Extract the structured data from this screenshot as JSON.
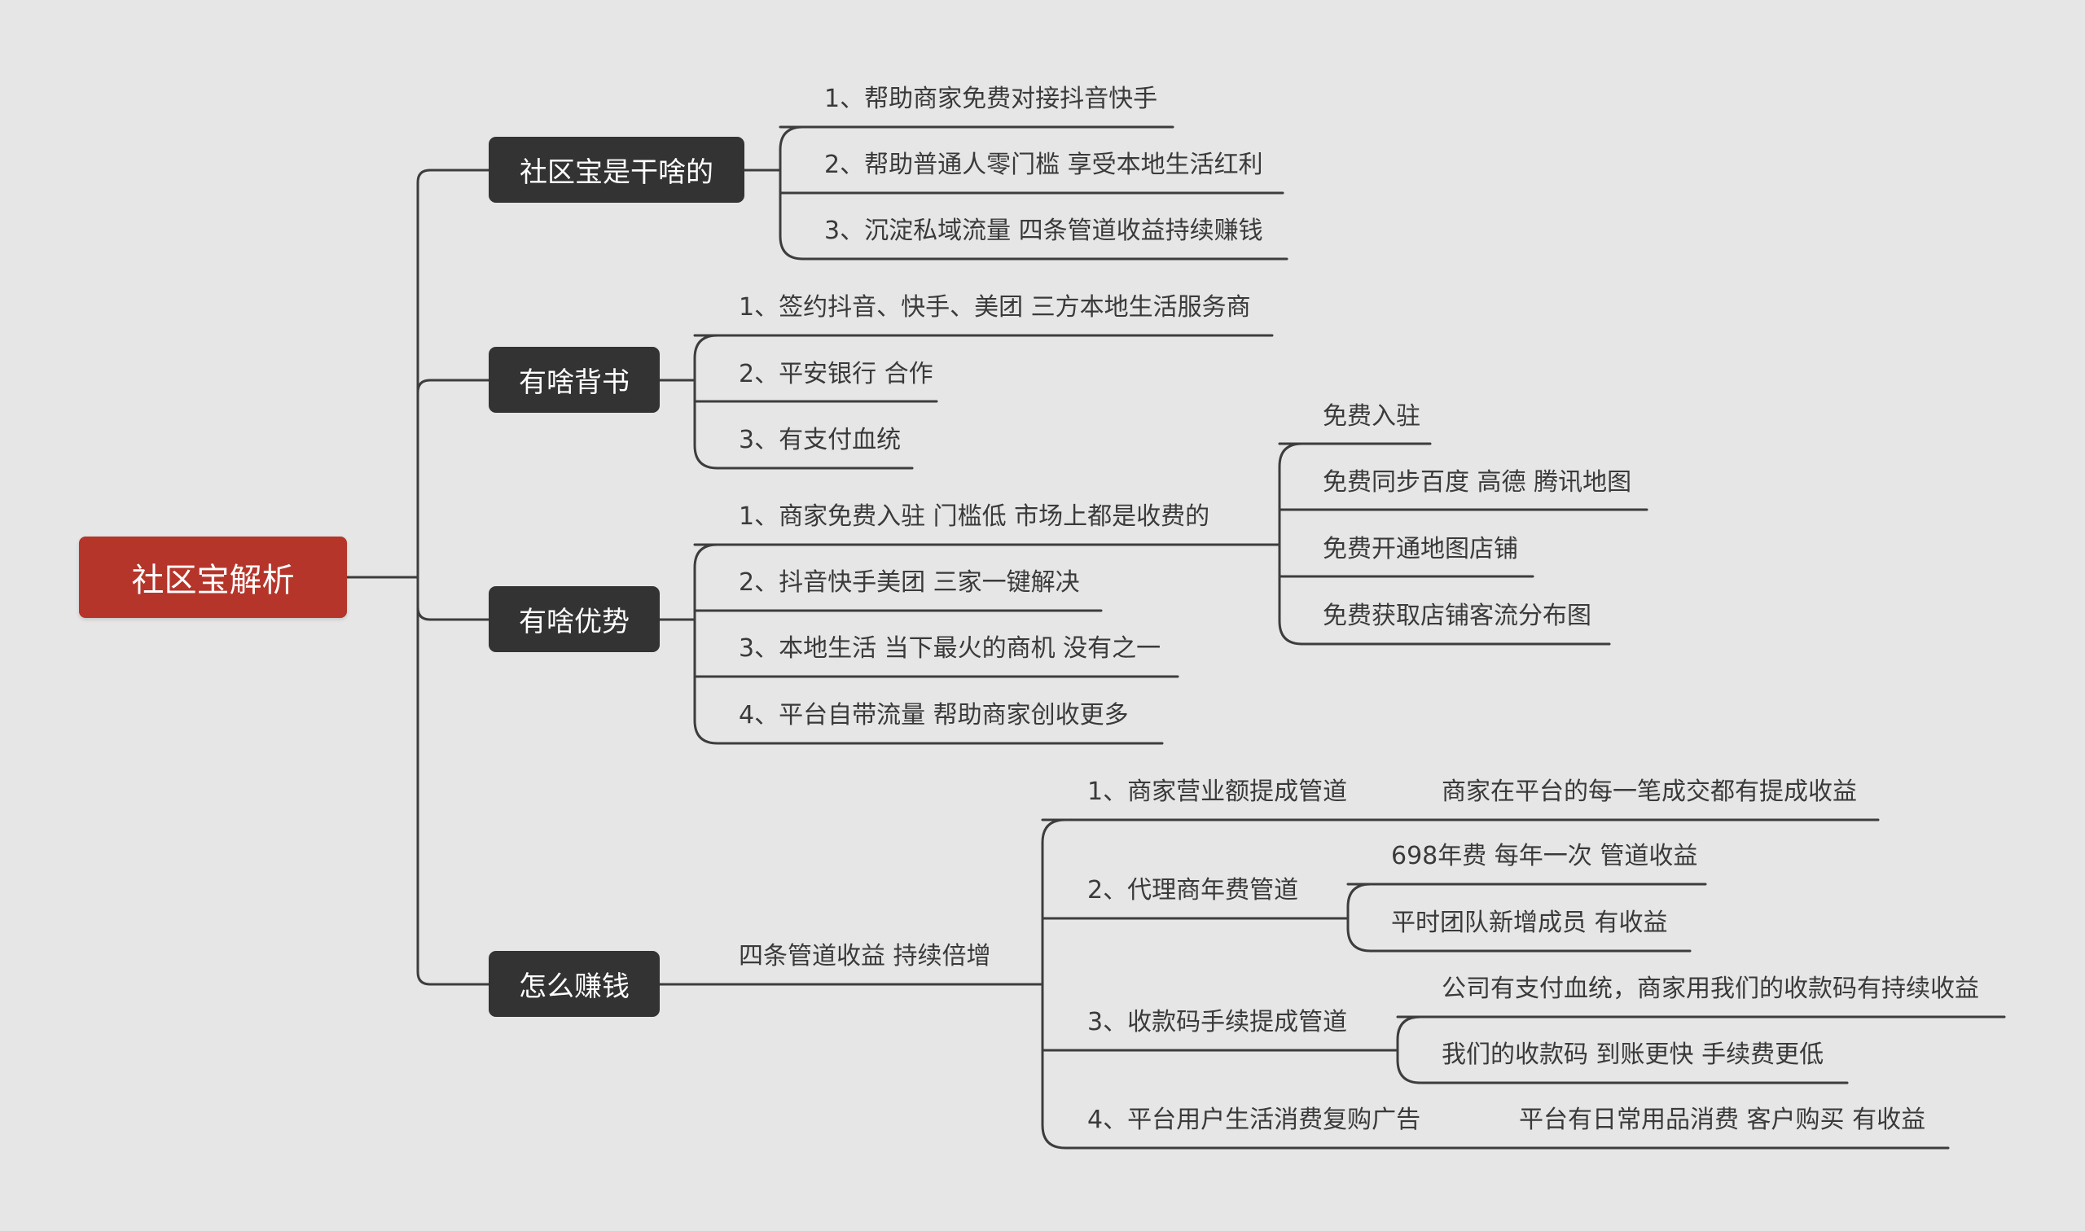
{
  "colors": {
    "background": "#e6e6e6",
    "root": "#b5352b",
    "branch": "#333333",
    "line": "#3d3d3d",
    "leaf_text": "#3a3a3a"
  },
  "root": {
    "label": "社区宝解析"
  },
  "branches": {
    "what": {
      "label": "社区宝是干啥的",
      "items": [
        "1、帮助商家免费对接抖音快手",
        "2、帮助普通人零门槛 享受本地生活红利",
        "3、沉淀私域流量  四条管道收益持续赚钱"
      ]
    },
    "backing": {
      "label": "有啥背书",
      "items": [
        "1、签约抖音、快手、美团 三方本地生活服务商",
        "2、平安银行 合作",
        "3、有支付血统"
      ]
    },
    "advantages": {
      "label": "有啥优势",
      "items": [
        "1、商家免费入驻  门槛低  市场上都是收费的",
        "2、抖音快手美团  三家一键解决",
        "3、本地生活 当下最火的商机 没有之一",
        "4、平台自带流量   帮助商家创收更多"
      ],
      "sub_items": [
        "免费入驻",
        "免费同步百度 高德 腾讯地图",
        "免费开通地图店铺",
        "免费获取店铺客流分布图"
      ]
    },
    "earn": {
      "label": "怎么赚钱",
      "summary": "四条管道收益 持续倍增",
      "channels": [
        {
          "label": "1、商家营业额提成管道",
          "details": [
            "商家在平台的每一笔成交都有提成收益"
          ]
        },
        {
          "label": "2、代理商年费管道",
          "details": [
            "698年费 每年一次 管道收益",
            "平时团队新增成员  有收益"
          ]
        },
        {
          "label": "3、收款码手续提成管道",
          "details": [
            "公司有支付血统，商家用我们的收款码有持续收益",
            "我们的收款码 到账更快  手续费更低"
          ]
        },
        {
          "label": "4、平台用户生活消费复购广告",
          "details": [
            "平台有日常用品消费  客户购买 有收益"
          ]
        }
      ]
    }
  }
}
